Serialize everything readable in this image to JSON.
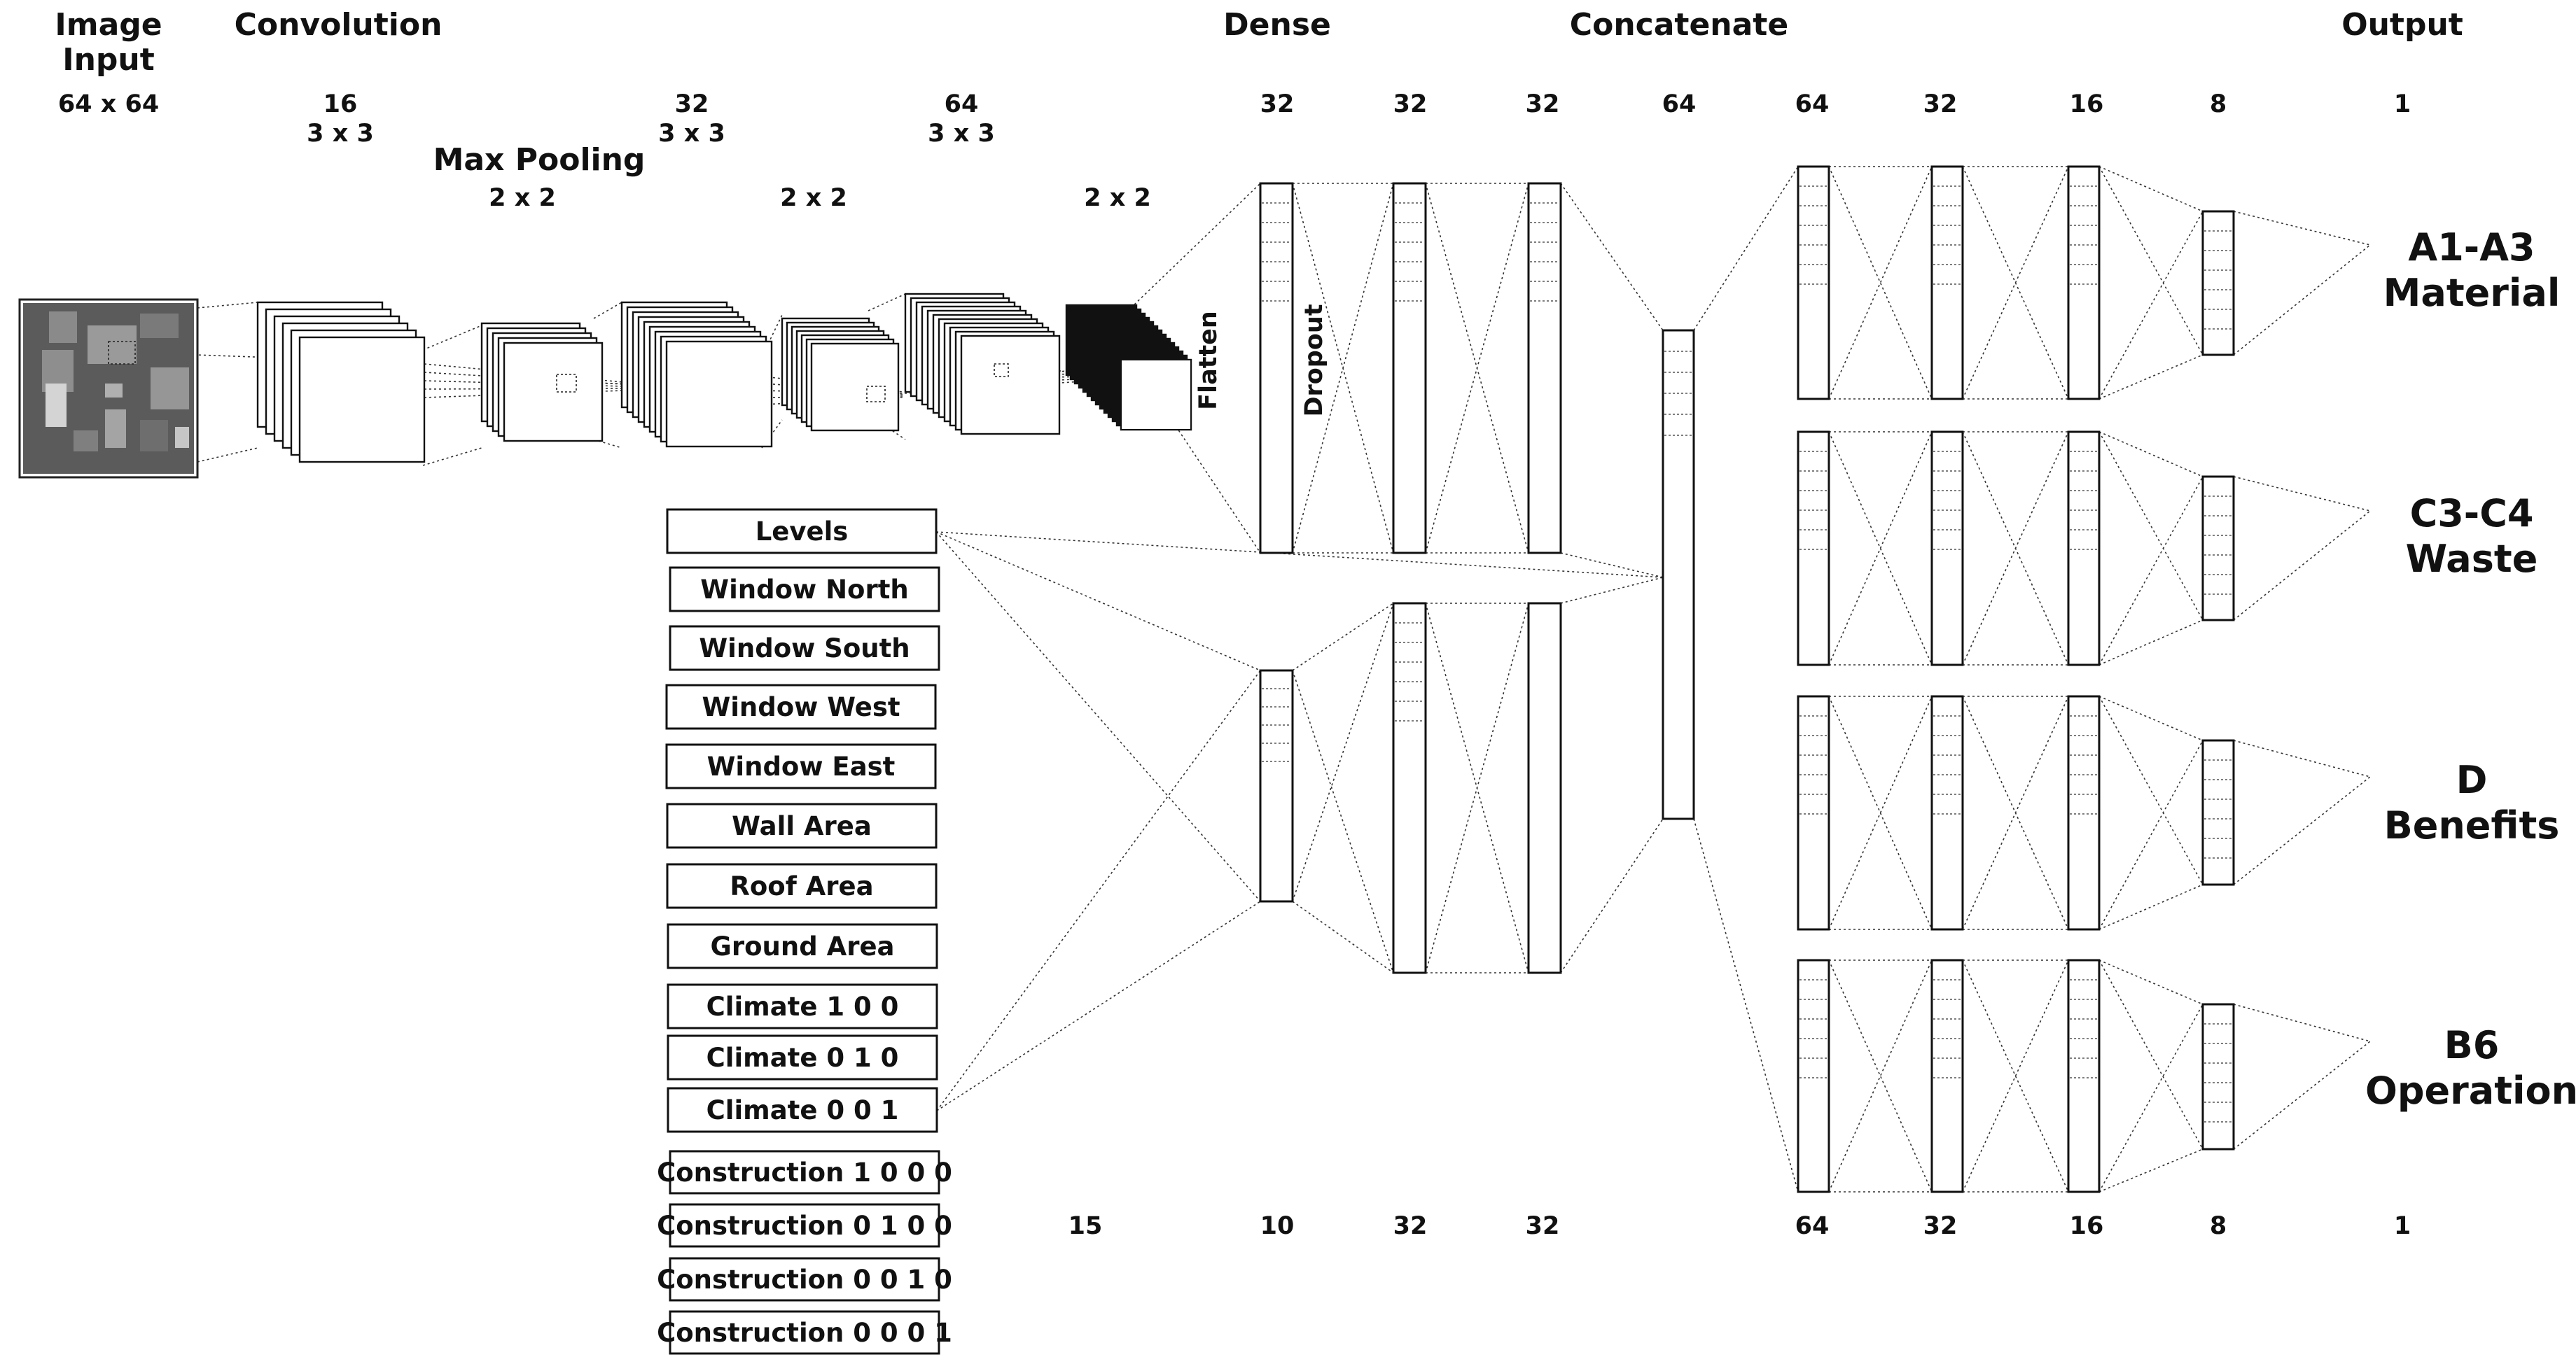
{
  "headers": {
    "image_input": [
      "Image",
      "Input"
    ],
    "convolution": "Convolution",
    "max_pooling": "Max Pooling",
    "dense": "Dense",
    "concatenate": "Concatenate",
    "output": "Output"
  },
  "top_numbers": {
    "image_size": "64 x 64",
    "conv1_filters": "16",
    "conv1_kernel": "3 x 3",
    "conv2_filters": "32",
    "conv2_kernel": "3 x 3",
    "conv3_filters": "64",
    "conv3_kernel": "3 x 3",
    "pool1": "2 x 2",
    "pool2": "2 x 2",
    "pool3": "2 x 2",
    "dense1": "32",
    "dense2": "32",
    "dense3": "32",
    "concat": "64",
    "head1": "64",
    "head2": "32",
    "head3": "16",
    "head4": "8",
    "head5": "1"
  },
  "bottom_numbers": {
    "inputs": "15",
    "dense1": "10",
    "dense2": "32",
    "dense3": "32",
    "head1": "64",
    "head2": "32",
    "head3": "16",
    "head4": "8",
    "head5": "1"
  },
  "vertical_labels": {
    "flatten": "Flatten",
    "dropout": "Dropout"
  },
  "inputs": [
    "Levels",
    "Window North",
    "Window South",
    "Window West",
    "Window East",
    "Wall Area",
    "Roof Area",
    "Ground Area",
    "Climate 1 0 0",
    "Climate 0 1 0",
    "Climate 0 0 1",
    "Construction 1 0 0 0",
    "Construction 0 1 0 0",
    "Construction 0 0 1 0",
    "Construction 0 0 0 1"
  ],
  "outputs": [
    [
      "A1-A3",
      "Material"
    ],
    [
      "C3-C4",
      "Waste"
    ],
    [
      "D",
      "Benefits"
    ],
    [
      "B6",
      "Operation"
    ]
  ]
}
